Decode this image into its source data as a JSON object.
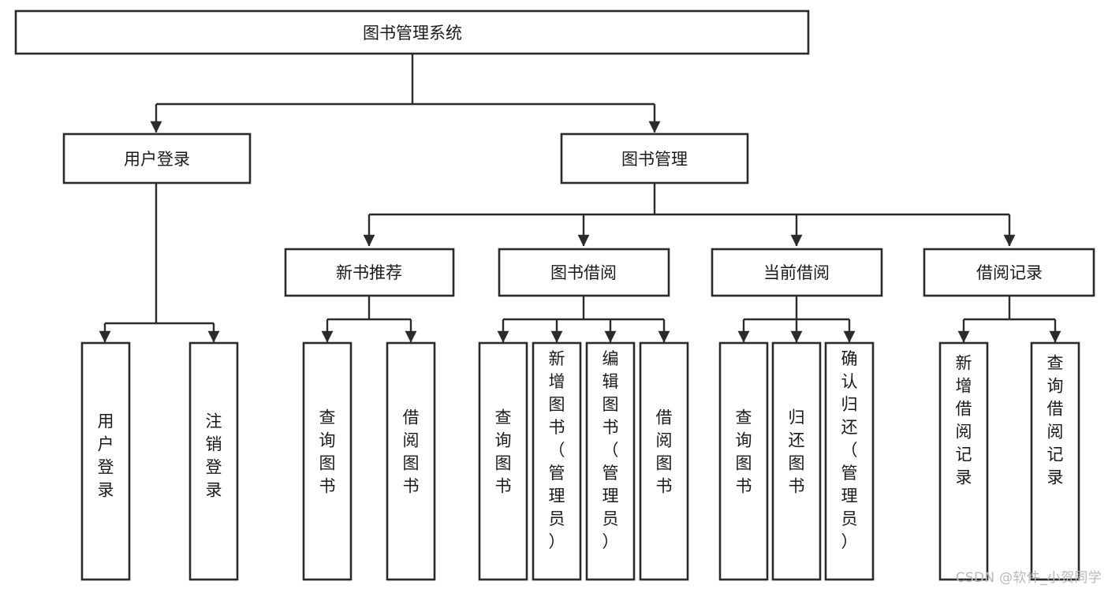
{
  "diagram": {
    "title": "图书管理系统",
    "type": "tree-hierarchy",
    "background_color": "#ffffff",
    "box_stroke_color": "#2b2b2b",
    "text_color": "#1a1a1a",
    "root": {
      "label": "图书管理系统"
    },
    "level2": [
      {
        "label": "用户登录"
      },
      {
        "label": "图书管理"
      }
    ],
    "level3": [
      {
        "label": "新书推荐"
      },
      {
        "label": "图书借阅"
      },
      {
        "label": "当前借阅"
      },
      {
        "label": "借阅记录"
      }
    ],
    "leaves": {
      "user_login": [
        {
          "label": "用户登录"
        },
        {
          "label": "注销登录"
        }
      ],
      "new_book_recommend": [
        {
          "label": "查询图书"
        },
        {
          "label": "借阅图书"
        }
      ],
      "book_borrow": [
        {
          "label": "查询图书"
        },
        {
          "label": "新增图书（管理员）"
        },
        {
          "label": "编辑图书（管理员）"
        },
        {
          "label": "借阅图书"
        }
      ],
      "current_borrow": [
        {
          "label": "查询图书"
        },
        {
          "label": "归还图书"
        },
        {
          "label": "确认归还（管理员）"
        }
      ],
      "borrow_records": [
        {
          "label": "新增借阅记录"
        },
        {
          "label": "查询借阅记录"
        }
      ]
    }
  },
  "watermark": {
    "text": "CSDN @软件_小贺同学",
    "color": "#b9b9b9"
  }
}
